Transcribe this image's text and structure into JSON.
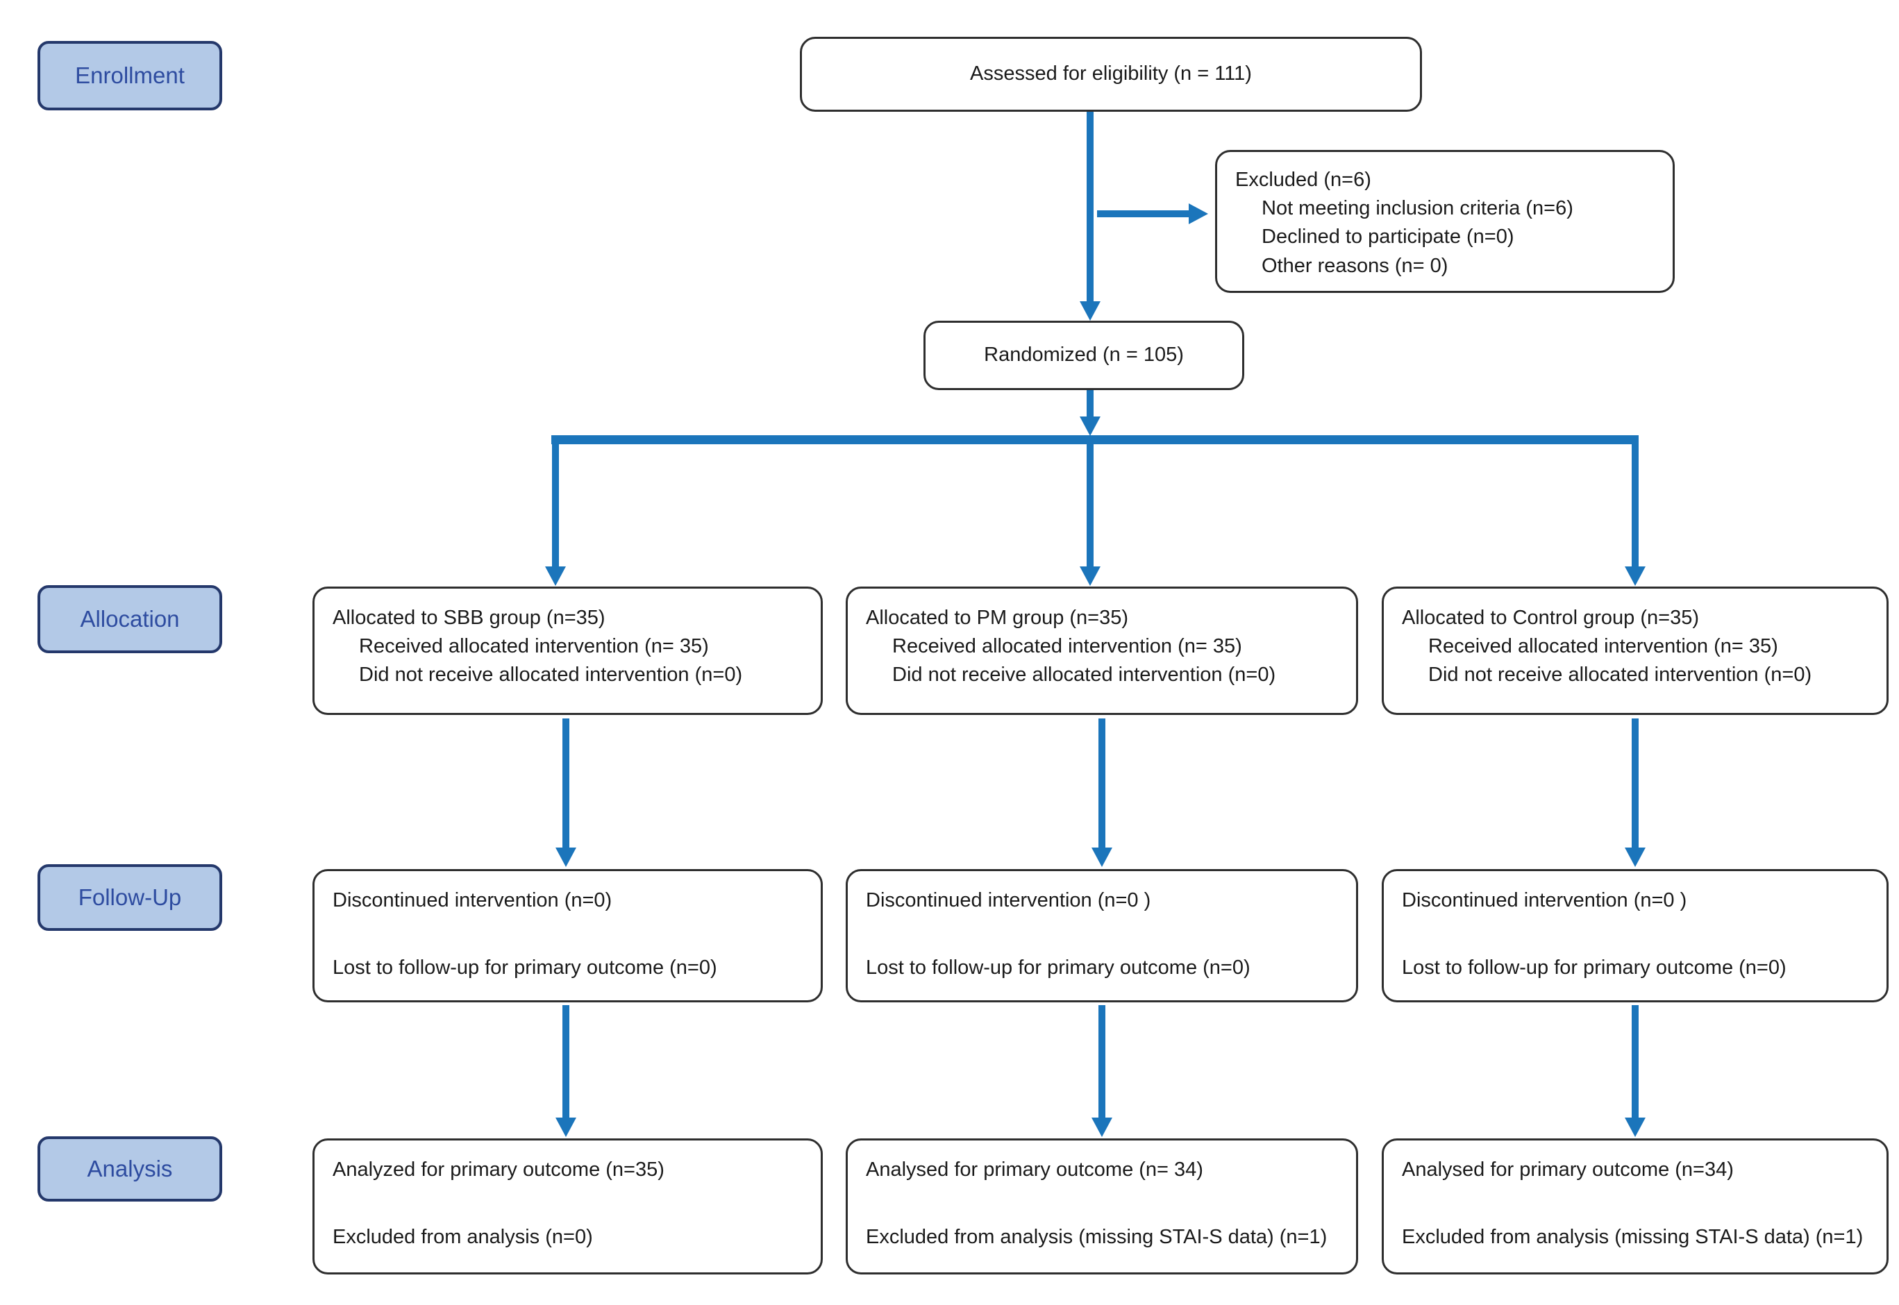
{
  "colors": {
    "arrow": "#1b75bb",
    "label_fill": "#b3c9e7",
    "label_border": "#24386b",
    "label_text": "#2e4ca0"
  },
  "stage_labels": {
    "enrollment": "Enrollment",
    "allocation": "Allocation",
    "followup": "Follow-Up",
    "analysis": "Analysis"
  },
  "enrollment": {
    "assessed": "Assessed for eligibility (n = 111)",
    "excluded": {
      "title": "Excluded (n=6)",
      "items": [
        "Not meeting inclusion criteria (n=6)",
        "Declined to participate (n=0)",
        "Other reasons (n= 0)"
      ]
    },
    "randomized": "Randomized (n = 105)"
  },
  "allocation": {
    "sbb": {
      "title": "Allocated to SBB group (n=35)",
      "items": [
        "Received allocated intervention (n= 35)",
        "Did not receive allocated intervention (n=0)"
      ]
    },
    "pm": {
      "title": "Allocated to PM group (n=35)",
      "items": [
        "Received allocated intervention (n= 35)",
        "Did not receive allocated intervention (n=0)"
      ]
    },
    "control": {
      "title": "Allocated to Control group (n=35)",
      "items": [
        "Received allocated intervention (n= 35)",
        "Did not receive allocated intervention (n=0)"
      ]
    }
  },
  "followup": {
    "sbb": {
      "line1": "Discontinued intervention (n=0)",
      "line2": "Lost to follow-up for primary outcome (n=0)"
    },
    "pm": {
      "line1": "Discontinued intervention (n=0 )",
      "line2": "Lost to follow-up for primary outcome (n=0)"
    },
    "control": {
      "line1": "Discontinued intervention (n=0 )",
      "line2": "Lost to follow-up for primary outcome (n=0)"
    }
  },
  "analysis": {
    "sbb": {
      "line1": "Analyzed for primary outcome (n=35)",
      "line2": "Excluded from analysis (n=0)"
    },
    "pm": {
      "line1": "Analysed for primary outcome (n= 34)",
      "line2": "Excluded from analysis (missing STAI-S data) (n=1)"
    },
    "control": {
      "line1": "Analysed for primary outcome (n=34)",
      "line2": "Excluded from analysis (missing STAI-S data) (n=1)"
    }
  }
}
